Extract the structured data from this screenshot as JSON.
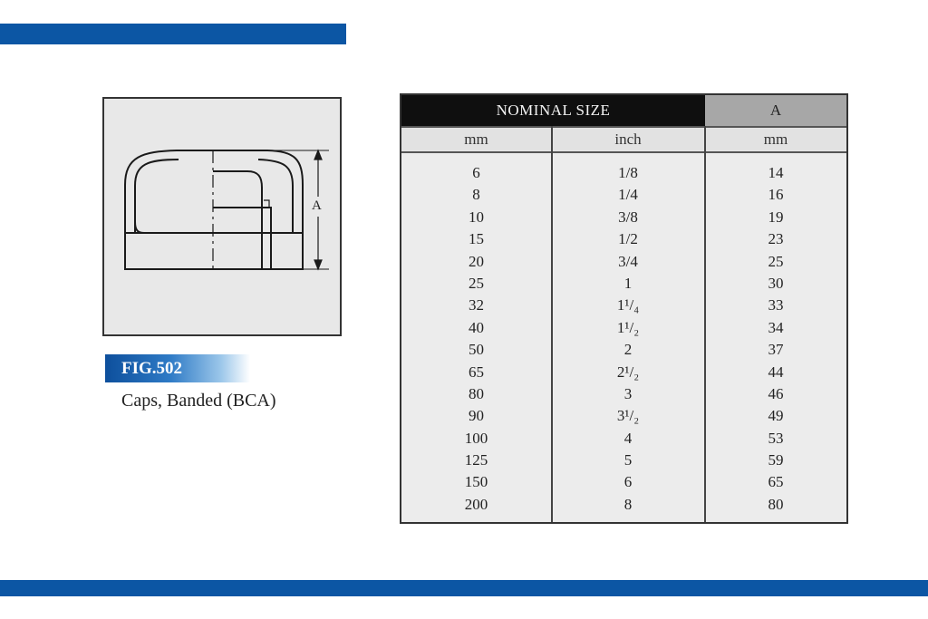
{
  "figure": {
    "label": "FIG.502",
    "caption": "Caps, Banded (BCA)",
    "dimension_label": "A"
  },
  "table": {
    "header_nominal": "NOMINAL  SIZE",
    "header_a": "A",
    "subheaders": [
      "mm",
      "inch",
      "mm"
    ],
    "rows": [
      [
        "6",
        "1/8",
        "14"
      ],
      [
        "8",
        "1/4",
        "16"
      ],
      [
        "10",
        "3/8",
        "19"
      ],
      [
        "15",
        "1/2",
        "23"
      ],
      [
        "20",
        "3/4",
        "25"
      ],
      [
        "25",
        "1",
        "30"
      ],
      [
        "32",
        "1¹/₄",
        "33"
      ],
      [
        "40",
        "1¹/₂",
        "34"
      ],
      [
        "50",
        "2",
        "37"
      ],
      [
        "65",
        "2¹/₂",
        "44"
      ],
      [
        "80",
        "3",
        "46"
      ],
      [
        "90",
        "3¹/₂",
        "49"
      ],
      [
        "100",
        "4",
        "53"
      ],
      [
        "125",
        "5",
        "59"
      ],
      [
        "150",
        "6",
        "65"
      ],
      [
        "200",
        "8",
        "80"
      ]
    ]
  },
  "colors": {
    "brand_blue": "#0c56a4",
    "header_dark": "#0f0f0f",
    "header_grey": "#a7a7a7"
  }
}
